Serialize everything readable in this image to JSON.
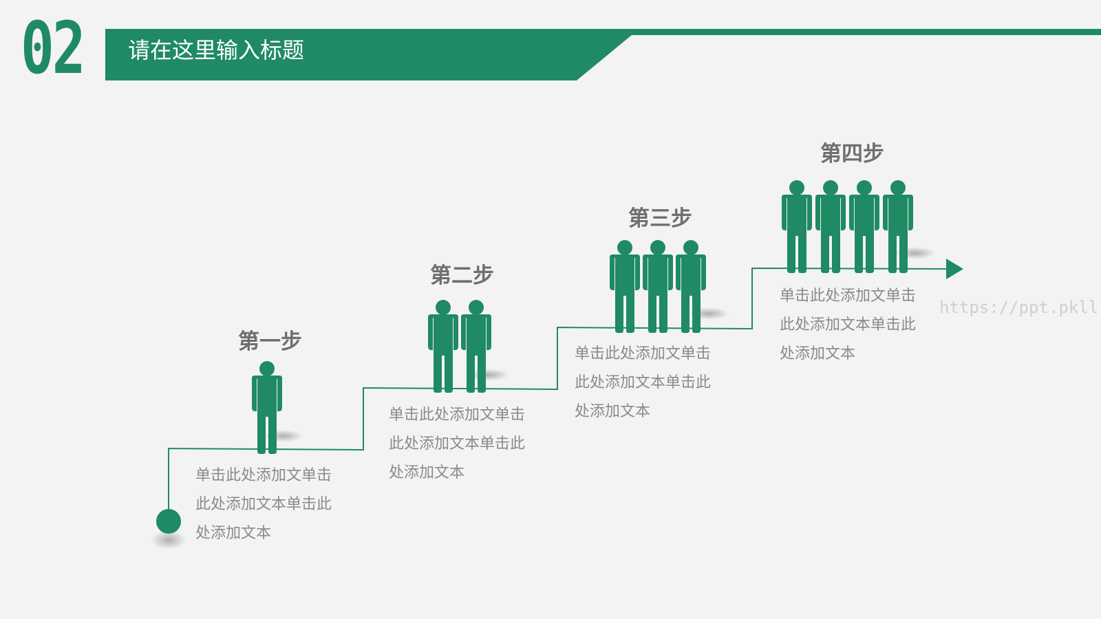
{
  "colors": {
    "brand": "#1f8a63",
    "text_gray": "#6f6f6f",
    "desc_gray": "#8a8a8a",
    "watermark": "#cfcfcf",
    "background": "#f3f3f3"
  },
  "header": {
    "number": "02",
    "title": "请在这里输入标题"
  },
  "steps": [
    {
      "label": "第一步",
      "people": 1,
      "desc_lines": [
        "单击此处添加文单击",
        "此处添加文本单击此",
        "处添加文本"
      ]
    },
    {
      "label": "第二步",
      "people": 2,
      "desc_lines": [
        "单击此处添加文单击",
        "此处添加文本单击此",
        "处添加文本"
      ]
    },
    {
      "label": "第三步",
      "people": 3,
      "desc_lines": [
        "单击此处添加文单击",
        "此处添加文本单击此",
        "处添加文本"
      ]
    },
    {
      "label": "第四步",
      "people": 4,
      "desc_lines": [
        "单击此处添加文单击",
        "此处添加文本单击此",
        "处添加文本"
      ]
    }
  ],
  "icons": {
    "person": "person-icon",
    "arrow": "arrow-head-icon",
    "start": "start-dot-icon"
  },
  "watermark": "https://ppt.pkll.de"
}
